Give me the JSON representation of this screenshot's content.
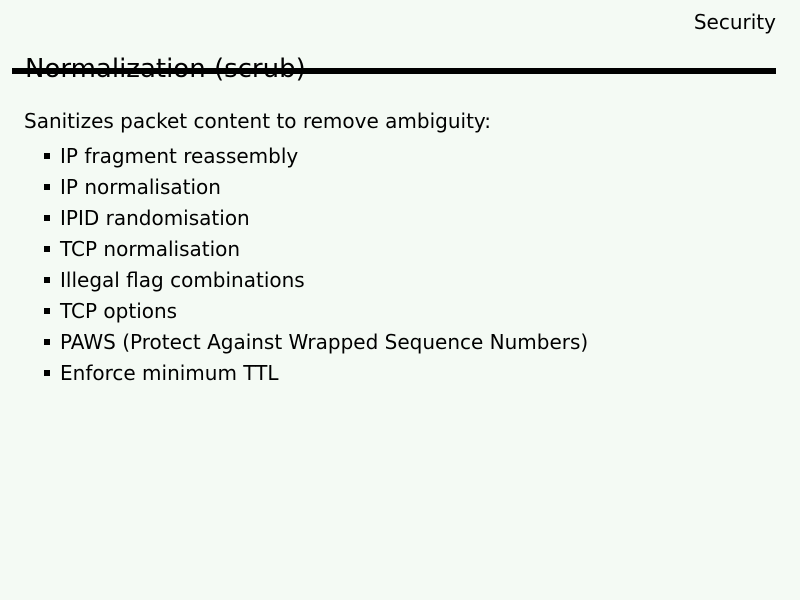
{
  "slide": {
    "corner_label": "Security",
    "title": "Normalization (scrub)",
    "intro": "Sanitizes packet content to remove ambiguity:",
    "bullets": [
      "IP fragment reassembly",
      "IP normalisation",
      "IPID randomisation",
      "TCP normalisation",
      "Illegal flag combinations",
      "TCP options",
      "PAWS (Protect Against Wrapped Sequence Numbers)",
      "Enforce minimum TTL"
    ],
    "colors": {
      "background": "#f4faf4",
      "text": "#000000",
      "rule": "#000000"
    }
  }
}
